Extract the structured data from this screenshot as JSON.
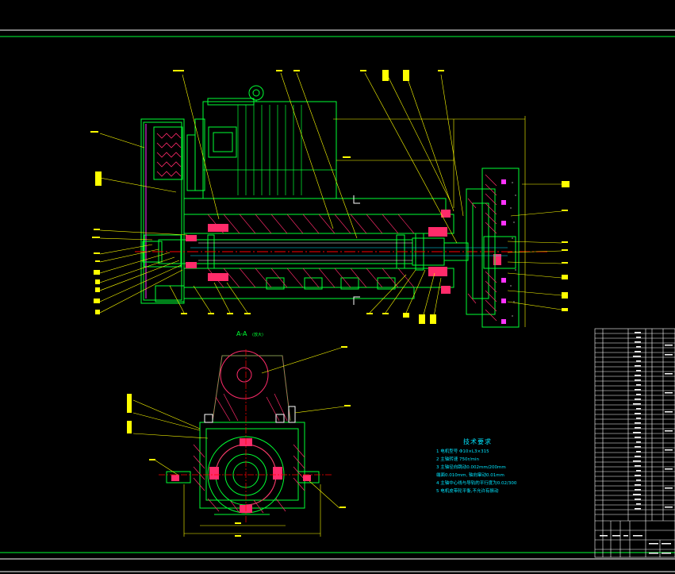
{
  "section_view": {
    "title": "A-A",
    "subtitle": "(放大)"
  },
  "technical_requirements": {
    "heading": "技术要求",
    "items": [
      "1  电机型号 Φ10×L3×315",
      "2  主轴转速 750r/min",
      "3  主轴径向跳动0.002mm/200mm",
      "   端面0.010mm, 轴向窜动0.01mm",
      "4  主轴中心线与导轨的平行度为0.02/300",
      "5  电机皮带轮平衡,不允许有振动"
    ]
  },
  "colors": {
    "background": "#000000",
    "outline": "#00ff33",
    "hatch": "#ff2b6a",
    "dimension": "#ffff00",
    "centerline": "#ff0000",
    "cyan": "#00e5ff",
    "magenta": "#ff33ff",
    "table": "#ffffff"
  }
}
